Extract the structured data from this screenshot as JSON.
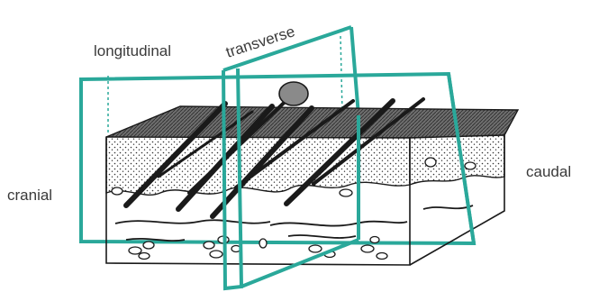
{
  "labels": {
    "longitudinal": "longitudinal",
    "transverse": "transverse",
    "cranial": "cranial",
    "caudal": "caudal"
  },
  "colors": {
    "plane": "#2aa89a",
    "ink": "#1a1a1a",
    "top_fill": "#7a7a7a",
    "label_text": "#3a3a3a"
  }
}
